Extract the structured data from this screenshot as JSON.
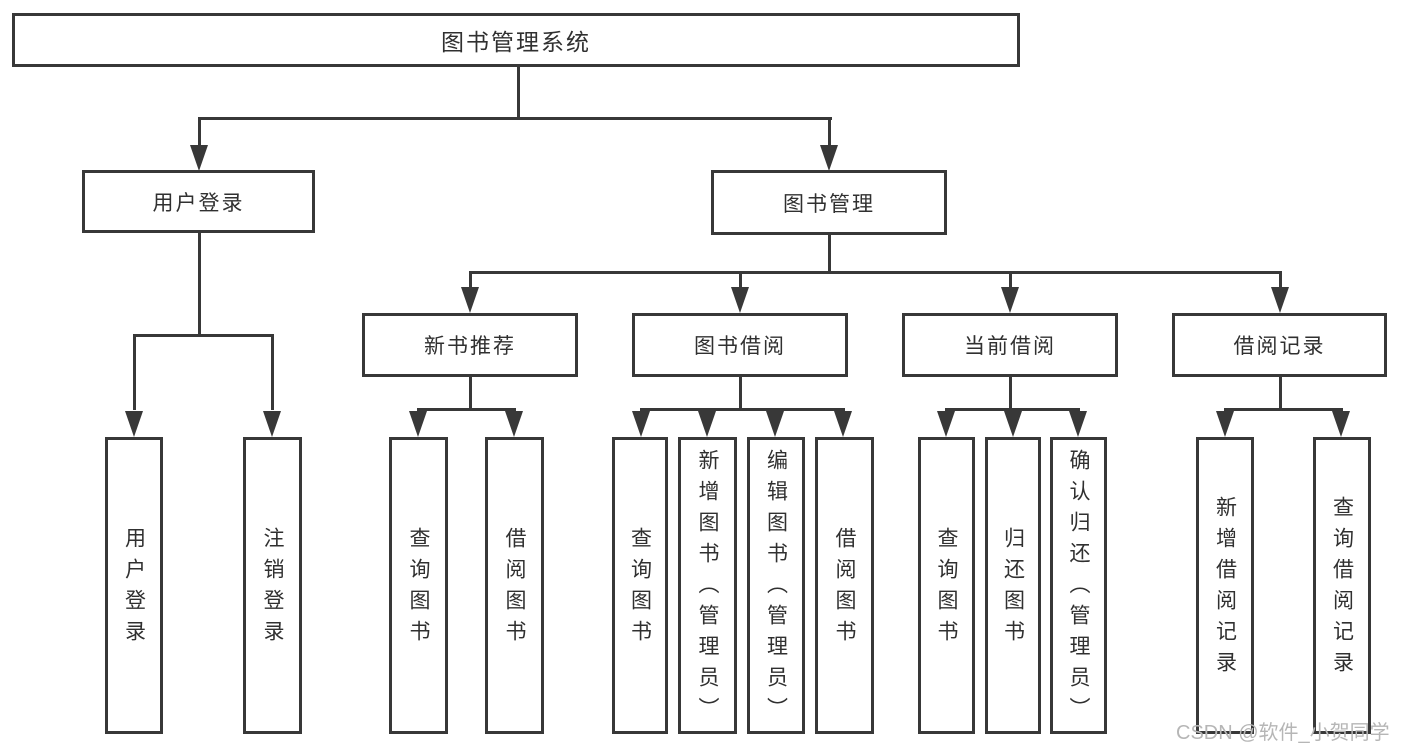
{
  "tree": {
    "root": "图书管理系统",
    "branches": [
      {
        "label": "用户登录",
        "children": [
          "用户登录",
          "注销登录"
        ]
      },
      {
        "label": "图书管理",
        "groups": [
          {
            "label": "新书推荐",
            "children": [
              "查询图书",
              "借阅图书"
            ]
          },
          {
            "label": "图书借阅",
            "children": [
              "查询图书",
              "新增图书（管理员）",
              "编辑图书（管理员）",
              "借阅图书"
            ]
          },
          {
            "label": "当前借阅",
            "children": [
              "查询图书",
              "归还图书",
              "确认归还（管理员）"
            ]
          },
          {
            "label": "借阅记录",
            "children": [
              "新增借阅记录",
              "查询借阅记录"
            ]
          }
        ]
      }
    ]
  },
  "watermark": {
    "text": "CSDN @软件_小贺同学"
  },
  "colors": {
    "line": "#383838",
    "text": "#303030",
    "watermark": "#b6b6b6",
    "background": "#ffffff"
  }
}
